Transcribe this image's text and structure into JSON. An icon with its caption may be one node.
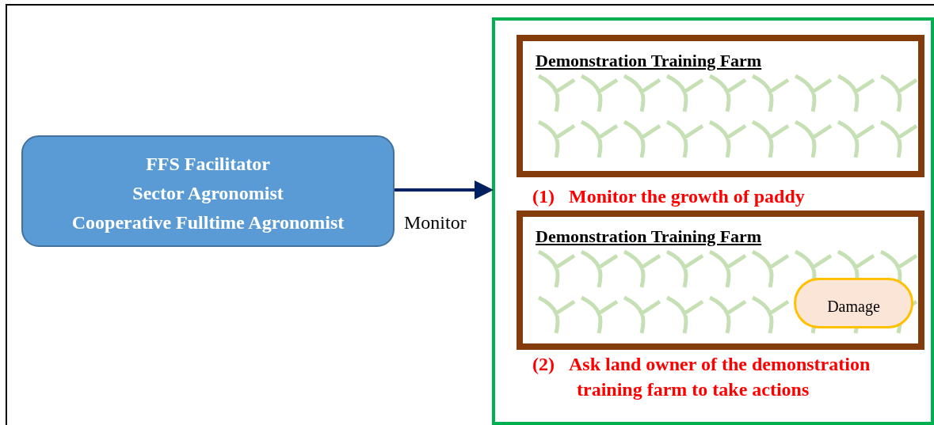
{
  "diagram": {
    "nodes": [
      {
        "text": [
          "FFS Facilitator",
          "Sector Agronomist",
          "Cooperative Fulltime Agronomist"
        ]
      },
      {
        "text": [],
        "shape": "box"
      },
      {
        "text": [
          "Demonstration Training Farm"
        ],
        "in": 1,
        "beside": [
          "(1)   Monitor the growth of paddy"
        ]
      },
      {
        "text": [
          "Demonstration Training Farm"
        ],
        "in": 1,
        "beside": [
          "(2)   Ask land owner of the demonstration training farm to take actions"
        ]
      },
      {
        "text": [
          "Damage"
        ],
        "in": 3
      }
    ],
    "edges": [
      {
        "from": 0,
        "to": 1,
        "arrow": "to",
        "label": "Monitor"
      }
    ]
  }
}
